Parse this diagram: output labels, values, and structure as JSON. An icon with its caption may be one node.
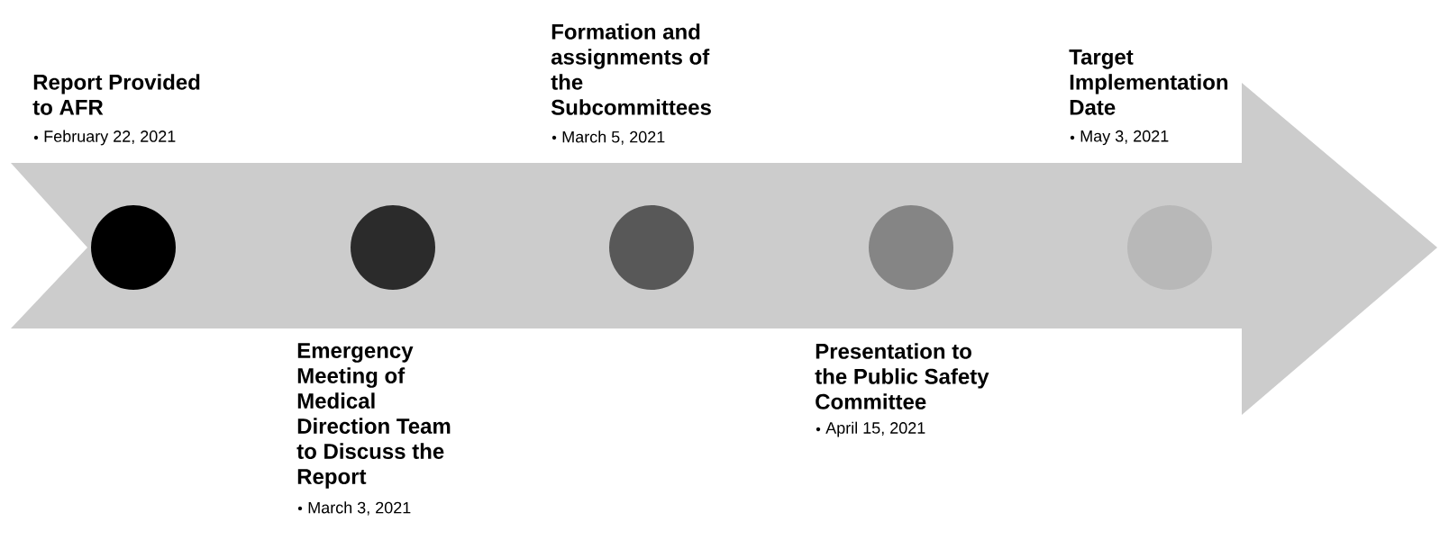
{
  "diagram": {
    "nodes": [
      {
        "text": [],
        "shape": "arrow"
      },
      {
        "text": [],
        "shape": "circle",
        "in": 0,
        "beside": [
          "Report Provided to AFR",
          "February 22, 2021"
        ]
      },
      {
        "text": [],
        "shape": "circle",
        "in": 0,
        "beside": [
          "Emergency Meeting of Medical Direction Team to Discuss the Report",
          "March 3, 2021"
        ]
      },
      {
        "text": [],
        "shape": "circle",
        "in": 0,
        "beside": [
          "Formation and assignments of the Subcommittees",
          "March 5, 2021"
        ]
      },
      {
        "text": [],
        "shape": "circle",
        "in": 0,
        "beside": [
          "Presentation to the Public Safety Committee",
          "April 15, 2021"
        ]
      },
      {
        "text": [],
        "shape": "circle",
        "in": 0,
        "beside": [
          "Target Implementation Date",
          "May 3, 2021"
        ]
      }
    ]
  }
}
